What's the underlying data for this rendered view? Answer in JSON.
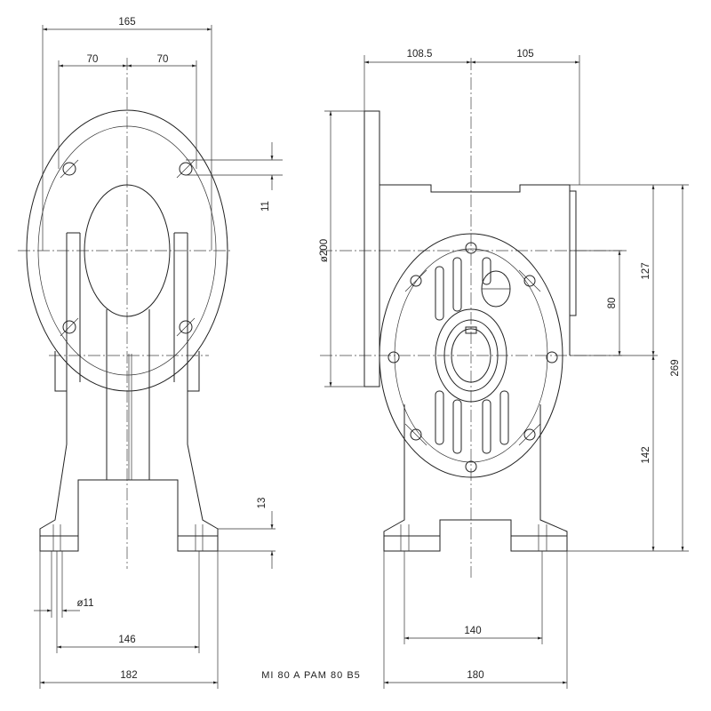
{
  "drawing": {
    "caption": "MI 80 A PAM 80 B5",
    "front_view": {
      "dim_overall_top": "165",
      "dim_half_left": "70",
      "dim_half_right": "70",
      "dim_hole_offset": "11",
      "dim_base_thickness": "13",
      "dim_foot_hole": "ø11",
      "dim_foot_centers": "146",
      "dim_base_width": "182"
    },
    "side_view": {
      "dim_top_left": "108.5",
      "dim_top_right": "105",
      "dim_flange_dia": "ø200",
      "dim_shaft_offset": "80",
      "dim_upper_height": "127",
      "dim_total_height": "269",
      "dim_lower_height": "142",
      "dim_foot_centers": "140",
      "dim_base_width": "180"
    }
  }
}
